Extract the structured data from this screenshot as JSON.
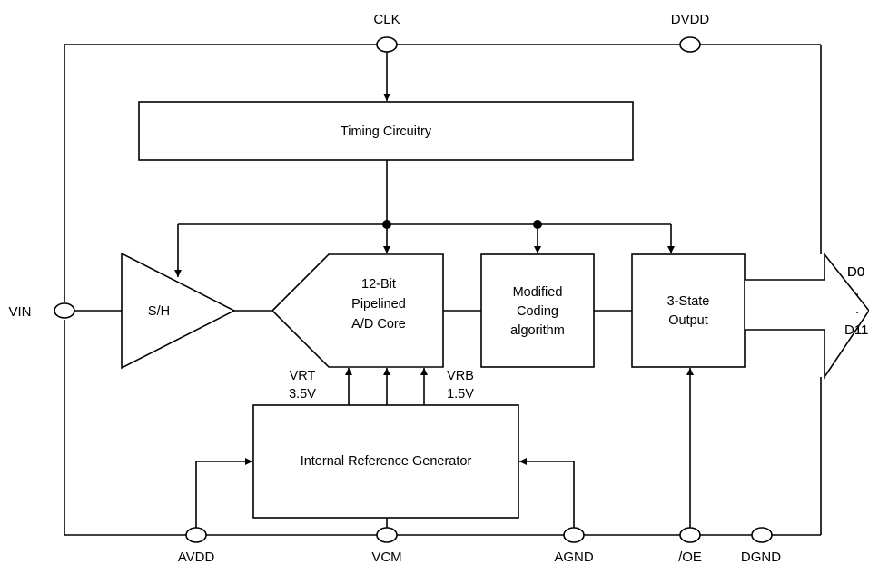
{
  "pins": {
    "clk": "CLK",
    "dvdd": "DVDD",
    "vin": "VIN",
    "avdd": "AVDD",
    "vcm": "VCM",
    "agnd": "AGND",
    "oe": "/OE",
    "dgnd": "DGND",
    "d0": "D0",
    "dot1": ".",
    "dot2": ".",
    "d11": "D11"
  },
  "blocks": {
    "timing": "Timing Circuitry",
    "sh": "S/H",
    "adc": [
      "12-Bit",
      "Pipelined",
      "A/D Core"
    ],
    "coding": [
      "Modified",
      "Coding",
      "algorithm"
    ],
    "output": [
      "3-State",
      "Output"
    ],
    "refgen": "Internal Reference Generator"
  },
  "references": {
    "vrt": [
      "VRT",
      "3.5V"
    ],
    "vrb": [
      "VRB",
      "1.5V"
    ]
  }
}
